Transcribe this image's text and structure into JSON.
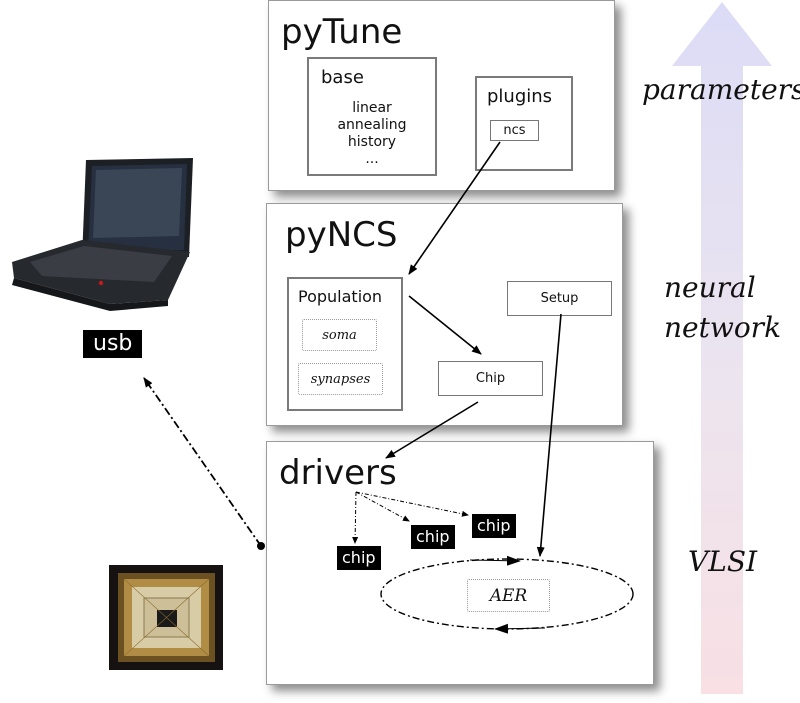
{
  "pytune": {
    "title": "pyTune",
    "base_label": "base",
    "base_items": [
      "linear",
      "annealing",
      "history",
      "..."
    ],
    "plugins_label": "plugins",
    "ncs_label": "ncs"
  },
  "pyncs": {
    "title": "pyNCS",
    "population_label": "Population",
    "soma_label": "soma",
    "synapses_label": "synapses",
    "chip_label": "Chip",
    "setup_label": "Setup"
  },
  "drivers": {
    "title": "drivers",
    "chip_labels": [
      "chip",
      "chip",
      "chip"
    ],
    "aer_label": "AER"
  },
  "usb_label": "usb",
  "side_labels": {
    "parameters": "parameters",
    "neural_network_line1": "neural",
    "neural_network_line2": "network",
    "vlsi": "VLSI"
  }
}
